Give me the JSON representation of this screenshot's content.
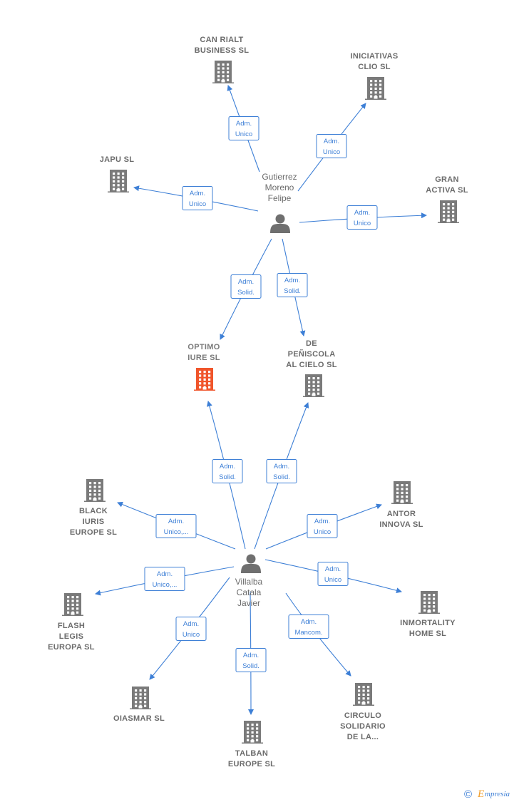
{
  "colors": {
    "edge": "#3d7fd6",
    "building": "#7a7a7a",
    "focus_building": "#f0552b",
    "person": "#6f6f6f"
  },
  "companies": [
    {
      "id": "can-rialt",
      "lines": [
        "CAN RIALT",
        "BUSINESS  SL"
      ],
      "icon": "building-icon"
    },
    {
      "id": "iniciativas-clio",
      "lines": [
        "INICIATIVAS",
        "CLIO SL"
      ],
      "icon": "building-icon"
    },
    {
      "id": "japu",
      "lines": [
        "JAPU  SL"
      ],
      "icon": "building-icon"
    },
    {
      "id": "gran-activa",
      "lines": [
        "GRAN",
        "ACTIVA  SL"
      ],
      "icon": "building-icon"
    },
    {
      "id": "optimo-iure",
      "lines": [
        "OPTIMO",
        "IURE  SL"
      ],
      "icon": "building-icon",
      "focus": true
    },
    {
      "id": "de-peniscola",
      "lines": [
        "DE",
        "PEÑISCOLA",
        "AL CIELO  SL"
      ],
      "icon": "building-icon"
    },
    {
      "id": "black-iuris",
      "lines": [
        "BLACK",
        "IURIS",
        "EUROPE  SL"
      ],
      "icon": "building-icon"
    },
    {
      "id": "antor-innova",
      "lines": [
        "ANTOR",
        "INNOVA SL"
      ],
      "icon": "building-icon"
    },
    {
      "id": "flash-legis",
      "lines": [
        "FLASH",
        "LEGIS",
        "EUROPA  SL"
      ],
      "icon": "building-icon"
    },
    {
      "id": "inmortality-home",
      "lines": [
        "INMORTALITY",
        "HOME SL"
      ],
      "icon": "building-icon"
    },
    {
      "id": "oiasmar",
      "lines": [
        "OIASMAR SL"
      ],
      "icon": "building-icon"
    },
    {
      "id": "circulo-solidario",
      "lines": [
        "CIRCULO",
        "SOLIDARIO",
        "DE LA..."
      ],
      "icon": "building-icon"
    },
    {
      "id": "talban-europe",
      "lines": [
        "TALBAN",
        "EUROPE SL"
      ],
      "icon": "building-icon"
    }
  ],
  "persons": [
    {
      "id": "gutierrez",
      "lines": [
        "Gutierrez",
        "Moreno",
        "Felipe"
      ],
      "icon": "person-icon"
    },
    {
      "id": "villalba",
      "lines": [
        "Villalba",
        "Catala",
        "Javier"
      ],
      "icon": "person-icon"
    }
  ],
  "edges": [
    {
      "from": "gutierrez",
      "to": "can-rialt",
      "label": [
        "Adm.",
        "Unico"
      ]
    },
    {
      "from": "gutierrez",
      "to": "iniciativas-clio",
      "label": [
        "Adm.",
        "Unico"
      ]
    },
    {
      "from": "gutierrez",
      "to": "japu",
      "label": [
        "Adm.",
        "Unico"
      ]
    },
    {
      "from": "gutierrez",
      "to": "gran-activa",
      "label": [
        "Adm.",
        "Unico"
      ]
    },
    {
      "from": "gutierrez",
      "to": "optimo-iure",
      "label": [
        "Adm.",
        "Solid."
      ]
    },
    {
      "from": "gutierrez",
      "to": "de-peniscola",
      "label": [
        "Adm.",
        "Solid."
      ]
    },
    {
      "from": "villalba",
      "to": "optimo-iure",
      "label": [
        "Adm.",
        "Solid."
      ]
    },
    {
      "from": "villalba",
      "to": "de-peniscola",
      "label": [
        "Adm.",
        "Solid."
      ]
    },
    {
      "from": "villalba",
      "to": "black-iuris",
      "label": [
        "Adm.",
        "Unico,..."
      ]
    },
    {
      "from": "villalba",
      "to": "antor-innova",
      "label": [
        "Adm.",
        "Unico"
      ]
    },
    {
      "from": "villalba",
      "to": "flash-legis",
      "label": [
        "Adm.",
        "Unico,..."
      ]
    },
    {
      "from": "villalba",
      "to": "inmortality-home",
      "label": [
        "Adm.",
        "Unico"
      ]
    },
    {
      "from": "villalba",
      "to": "oiasmar",
      "label": [
        "Adm.",
        "Unico"
      ]
    },
    {
      "from": "villalba",
      "to": "circulo-solidario",
      "label": [
        "Adm.",
        "Mancom."
      ]
    },
    {
      "from": "villalba",
      "to": "talban-europe",
      "label": [
        "Adm.",
        "Solid."
      ]
    }
  ],
  "footer": {
    "copyright_symbol": "©",
    "brand_initial": "E",
    "brand_rest": "mpresia"
  }
}
